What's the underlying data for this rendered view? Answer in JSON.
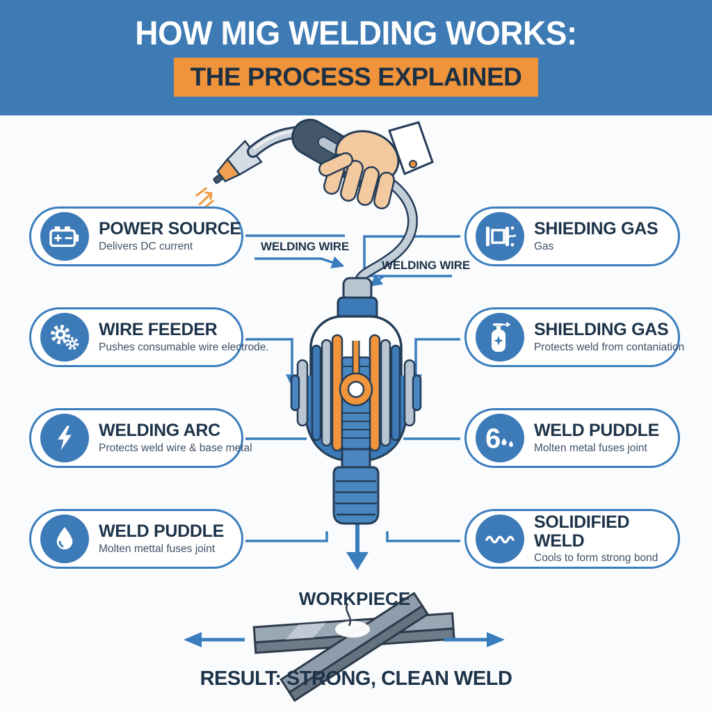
{
  "header": {
    "title": "HOW MIG WELDING WORKS:",
    "subtitle": "THE PROCESS EXPLAINED"
  },
  "callouts_left": [
    {
      "icon": "battery-icon",
      "title": "POWER SOURCE",
      "subtitle": "Delivers DC current"
    },
    {
      "icon": "gears-icon",
      "title": "WIRE FEEDER",
      "subtitle": "Pushes consumable wire electrode."
    },
    {
      "icon": "lightning-icon",
      "title": "WELDING ARC",
      "subtitle": "Protects weld wire & base metal"
    },
    {
      "icon": "droplet-icon",
      "title": "WELD PUDDLE",
      "subtitle": "Molten mettal fuses joint"
    }
  ],
  "callouts_right": [
    {
      "icon": "gas-pipe-icon",
      "title": "SHIEDING GAS",
      "subtitle": "Gas"
    },
    {
      "icon": "gas-cylinder-icon",
      "title": "SHIELDING GAS",
      "subtitle": "Protects weld from contaniation"
    },
    {
      "icon": "six-droplets-icon",
      "title": "WELD PUDDLE",
      "subtitle": "Molten metal fuses joint"
    },
    {
      "icon": "wave-icon",
      "title": "SOLIDIFIED WELD",
      "subtitle": "Cools to form strong bond"
    }
  ],
  "diagram_labels": {
    "welding_wire_left": "WELDING WIRE",
    "welding_wire_right": "WELDING WIRE",
    "workpiece": "WORKPIECE",
    "result": "RESULT: STRONG, CLEAN WELD",
    "weld_puddle_icon_text": "6"
  },
  "colors": {
    "header_bg": "#3e7ab3",
    "banner_bg": "#f0943c",
    "dark_navy_text": "#1d3349",
    "subtitle_text": "#3e5166",
    "pill_border": "#3a7dbd",
    "icon_circle": "#3d7ab8",
    "connector_line": "#3a7dbd",
    "artwork_outline": "#243c57",
    "roller_orange": "#f0953c",
    "roller_gray": "#b9c5d1",
    "feeder_blue": "#3d7ab8",
    "nozzle_blue": "#4a86c0",
    "metal_gray": "#9aa7b5",
    "skin": "#f3c9a0"
  }
}
